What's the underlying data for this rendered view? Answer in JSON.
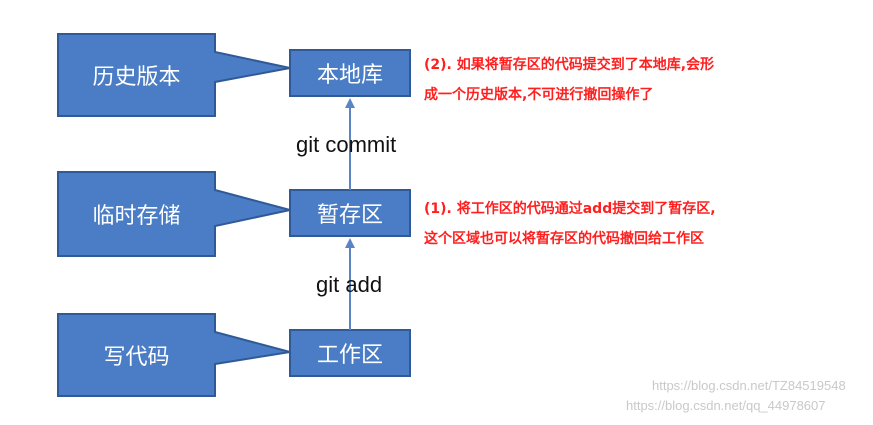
{
  "diagram": {
    "colors": {
      "box_fill": "#4a7dc6",
      "box_stroke": "#2f5a97",
      "arrow": "#5b84c6",
      "note_text": "#ff1f1f"
    },
    "callouts": {
      "history": "历史版本",
      "temp": "临时存储",
      "write": "写代码"
    },
    "stages": {
      "local_repo": "本地库",
      "staging": "暂存区",
      "workspace": "工作区"
    },
    "commands": {
      "commit": "git commit",
      "add": "git add"
    },
    "notes": {
      "commit_line1": "(2). 如果将暂存区的代码提交到了本地库,会形",
      "commit_line2": "成一个历史版本,不可进行撤回操作了",
      "add_line1": "(1). 将工作区的代码通过add提交到了暂存区,",
      "add_line2": "这个区域也可以将暂存区的代码撤回给工作区"
    }
  },
  "watermark": {
    "line1": "https://blog.csdn.net/TZ84519548",
    "line2": "https://blog.csdn.net/qq_44978607"
  }
}
